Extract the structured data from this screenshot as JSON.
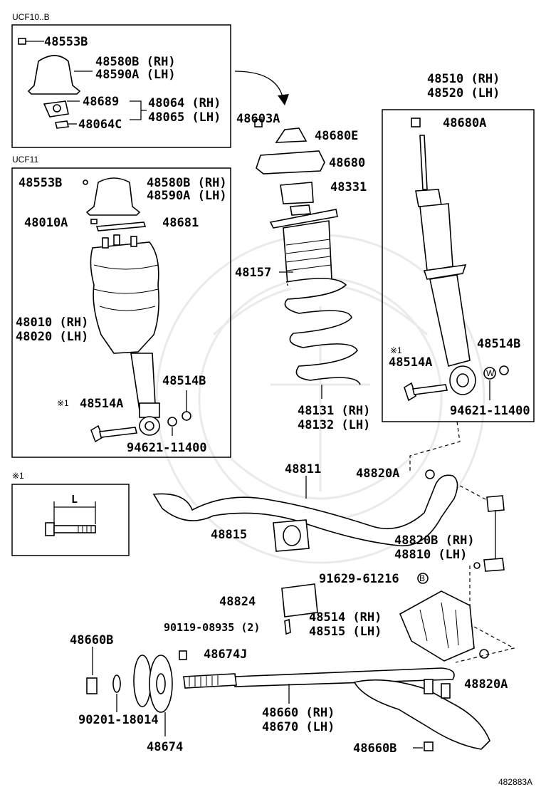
{
  "sections": {
    "ucf10_label": "UCF10..B",
    "ucf11_label": "UCF11",
    "note_label": "※1"
  },
  "parts": {
    "p48553B_a": "48553B",
    "p48580B_a": "48580B (RH)",
    "p48590A_a": "48590A (LH)",
    "p48689": "48689",
    "p48064": "48064 (RH)",
    "p48065": "48065 (LH)",
    "p48064C": "48064C",
    "p48553B_b": "48553B",
    "p48580B_b": "48580B (RH)",
    "p48590A_b": "48590A (LH)",
    "p48010A": "48010A",
    "p48681": "48681",
    "p48010": "48010 (RH)",
    "p48020": "48020 (LH)",
    "p48514B_a": "48514B",
    "p48514A_a": "48514A",
    "p94621_a": "94621-11400",
    "p48603A": "48603A",
    "p48680E": "48680E",
    "p48680": "48680",
    "p48331": "48331",
    "p48157": "48157",
    "p48131": "48131 (RH)",
    "p48132": "48132 (LH)",
    "p48510": "48510 (RH)",
    "p48520": "48520 (LH)",
    "p48680A": "48680A",
    "p48514B_b": "48514B",
    "p48514A_b": "48514A",
    "p94621_b": "94621-11400",
    "p48811": "48811",
    "p48820A_a": "48820A",
    "p48815": "48815",
    "p48820B": "48820B (RH)",
    "p48810": "48810 (LH)",
    "p91629": "91629-61216",
    "p48824": "48824",
    "p90119": "90119-08935 (2)",
    "p48514": "48514 (RH)",
    "p48515": "48515 (LH)",
    "p48660B_a": "48660B",
    "p48674J": "48674J",
    "p90201": "90201-18014",
    "p48674": "48674",
    "p48660": "48660 (RH)",
    "p48670": "48670 (LH)",
    "p48660B_b": "48660B",
    "p48820A_b": "48820A"
  },
  "marks": {
    "note_ref": "※1",
    "bolt_len": "L",
    "circle_b": "B",
    "circle_w": "W"
  },
  "footer": {
    "figure_id": "482883A"
  }
}
